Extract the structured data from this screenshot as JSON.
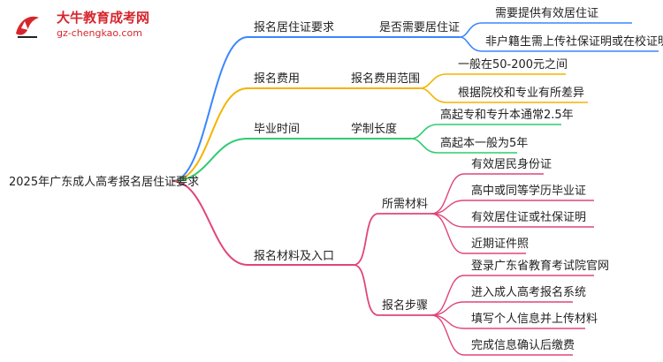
{
  "logo": {
    "name": "大牛教育成考网",
    "url": "gz-chengkao.com"
  },
  "root": "2025年广东成人高考报名居住证要求",
  "branches": [
    {
      "label": "报名居住证要求",
      "color": "#3a86ff",
      "sub": "是否需要居住证",
      "leaves": [
        "需要提供有效居住证",
        "非户籍生需上传社保证明或在校证明"
      ]
    },
    {
      "label": "报名费用",
      "color": "#f4b400",
      "sub": "报名费用范围",
      "leaves": [
        "一般在50-200元之间",
        "根据院校和专业有所差异"
      ]
    },
    {
      "label": "毕业时间",
      "color": "#2ecc71",
      "sub": "学制长度",
      "leaves": [
        "高起专和专升本通常2.5年",
        "高起本一般为5年"
      ]
    },
    {
      "label": "报名材料及入口",
      "color": "#e0457b",
      "groups": [
        {
          "label": "所需材料",
          "leaves": [
            "有效居民身份证",
            "高中或同等学历毕业证",
            "有效居住证或社保证明",
            "近期证件照"
          ]
        },
        {
          "label": "报名步骤",
          "leaves": [
            "登录广东省教育考试院官网",
            "进入成人高考报名系统",
            "填写个人信息并上传材料",
            "完成信息确认后缴费"
          ]
        }
      ]
    }
  ]
}
